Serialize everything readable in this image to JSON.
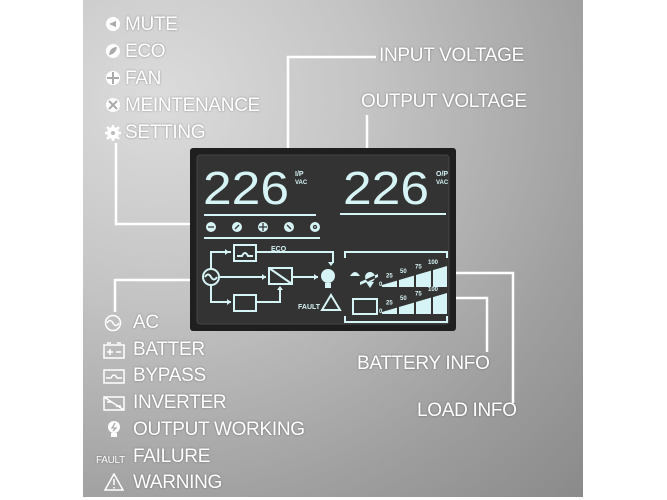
{
  "top_legend": [
    {
      "label": "MUTE",
      "icon": "mute-icon"
    },
    {
      "label": "ECO",
      "icon": "eco-leaf-icon"
    },
    {
      "label": "FAN",
      "icon": "fan-icon"
    },
    {
      "label": "MEINTENANCE",
      "icon": "maintenance-icon"
    },
    {
      "label": "SETTING",
      "icon": "gear-icon"
    }
  ],
  "bottom_legend": [
    {
      "label": "AC",
      "icon": "ac-icon"
    },
    {
      "label": "BATTER",
      "icon": "battery-icon"
    },
    {
      "label": "BYPASS",
      "icon": "bypass-icon"
    },
    {
      "label": "INVERTER",
      "icon": "inverter-icon"
    },
    {
      "label": "OUTPUT WORKING",
      "icon": "bulb-icon"
    },
    {
      "label": "FAILURE",
      "icon": "fault-icon",
      "prefix": "FAULT"
    },
    {
      "label": "WARNING",
      "icon": "warning-icon"
    }
  ],
  "callouts": {
    "input_voltage": "INPUT VOLTAGE",
    "output_voltage": "OUTPUT VOLTAGE",
    "battery_info": "BATTERY INFO",
    "load_info": "LOAD INFO"
  },
  "lcd": {
    "input_value": "226",
    "input_unit_top": "I/P",
    "input_unit_bottom": "VAC",
    "output_value": "226",
    "output_unit_top": "O/P",
    "output_unit_bottom": "VAC",
    "eco_label": "ECO",
    "fault_label": "FAULT",
    "load_scale": [
      "0",
      "25",
      "50",
      "75",
      "100"
    ],
    "battery_scale": [
      "0",
      "25",
      "50",
      "75",
      "100"
    ]
  },
  "colors": {
    "lcd_segment": "#d6f3f5",
    "lcd_bg": "#2e2e2e",
    "label": "#ffffff"
  }
}
